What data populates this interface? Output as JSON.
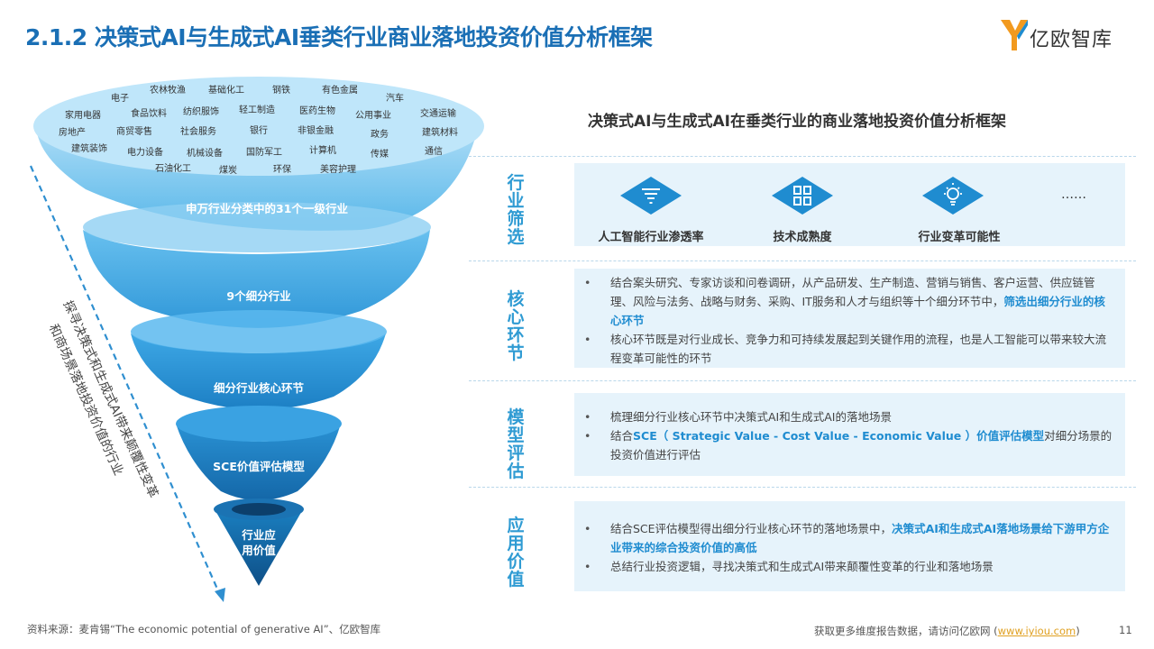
{
  "header": {
    "title": "2.1.2 决策式AI与生成式AI垂类行业商业落地投资价值分析框架",
    "logo_text": "亿欧智库"
  },
  "funnel": {
    "industries": [
      "电子",
      "农林牧渔",
      "基础化工",
      "钢铁",
      "有色金属",
      "汽车",
      "家用电器",
      "食品饮料",
      "纺织服饰",
      "轻工制造",
      "医药生物",
      "公用事业",
      "交通运输",
      "房地产",
      "商贸零售",
      "社会服务",
      "银行",
      "非银金融",
      "政务",
      "建筑材料",
      "建筑装饰",
      "电力设备",
      "机械设备",
      "国防军工",
      "计算机",
      "传媒",
      "通信",
      "石油化工",
      "煤炭",
      "环保",
      "美容护理"
    ],
    "level1": "申万行业分类中的31个一级行业",
    "level2": "9个细分行业",
    "level3": "细分行业核心环节",
    "level4": "SCE价值评估模型",
    "level5_line1": "行业应",
    "level5_line2": "用价值",
    "side_line1": "探寻决策式和生成式AI带来颠覆性变革",
    "side_line2": "和商场景落地投资价值的行业"
  },
  "framework": {
    "title": "决策式AI与生成式AI在垂类行业的商业落地投资价值分析框架",
    "stages": [
      {
        "label": "行业筛选"
      },
      {
        "label": "核心环节"
      },
      {
        "label": "模型评估"
      },
      {
        "label": "应用价值"
      }
    ],
    "screening_icons": [
      {
        "icon": "filter-icon",
        "caption": "人工智能行业渗透率"
      },
      {
        "icon": "grid-icon",
        "caption": "技术成熟度"
      },
      {
        "icon": "lightbulb-icon",
        "caption": "行业变革可能性"
      }
    ],
    "ellipsis": "……",
    "core": {
      "b1_a": "结合案头研究、专家访谈和问卷调研，从产品研发、生产制造、营销与销售、客户运营、供应链管理、风险与法务、战略与财务、采购、IT服务和人才与组织等十个细分环节中，",
      "b1_hl": "筛选出细分行业的核心环节",
      "b2": "核心环节既是对行业成长、竞争力和可持续发展起到关键作用的流程，也是人工智能可以带来较大流程变革可能性的环节"
    },
    "model": {
      "b1": "梳理细分行业核心环节中决策式AI和生成式AI的落地场景",
      "b2_a": "结合",
      "b2_hl": "SCE（ Strategic Value - Cost Value - Economic Value ）价值评估模型",
      "b2_b": "对细分场景的投资价值进行评估"
    },
    "value": {
      "b1_a": "结合SCE评估模型得出细分行业核心环节的落地场景中，",
      "b1_hl": "决策式AI和生成式AI落地场景给下游甲方企业带来的综合投资价值的高低",
      "b2": "总结行业投资逻辑，寻找决策式和生成式AI带来颠覆性变革的行业和落地场景"
    }
  },
  "footer": {
    "source": "资料来源：麦肯锡“The economic potential of generative AI”、亿欧智库",
    "more_prefix": "获取更多维度报告数据，请访问亿欧网 (",
    "more_link": "www.iyiou.com",
    "more_suffix": ")",
    "page": "11"
  },
  "colors": {
    "title_blue": "#1a6fb5",
    "accent_blue": "#2f9bd3",
    "panel_bg": "#e6f3fb",
    "logo_orange": "#f29a1f"
  }
}
